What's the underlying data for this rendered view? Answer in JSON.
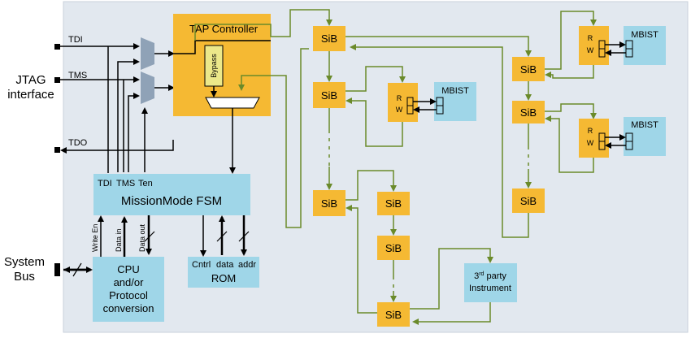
{
  "jtag_interface": {
    "line1": "JTAG",
    "line2": "interface"
  },
  "system_bus": {
    "line1": "System",
    "line2": "Bus"
  },
  "pins": {
    "tdi": "TDI",
    "tms": "TMS",
    "tdo": "TDO"
  },
  "tap_controller": {
    "title": "TAP Controller",
    "bypass": "Bypass"
  },
  "sib_label": "SiB",
  "mbist_label": "MBIST",
  "rw": {
    "r": "R",
    "w": "W"
  },
  "fsm": {
    "title": "MissionMode FSM",
    "tdi": "TDI",
    "tms": "TMS",
    "ten": "Ten"
  },
  "cpu": {
    "line1": "CPU",
    "line2": "and/or",
    "line3": "Protocol",
    "line4": "conversion"
  },
  "cpu_signals": {
    "write_en": "Write En",
    "data_in": "Data in",
    "data_out": "Data out"
  },
  "rom": {
    "title": "ROM",
    "cntrl": "Cntrl",
    "data": "data",
    "addr": "addr"
  },
  "instrument": {
    "prefix": "3",
    "sup": "rd",
    "rest": " party",
    "line2": "Instrument"
  },
  "colors": {
    "background": "#e2e8ef",
    "sib": "#f5b933",
    "mbist": "#9fd6e8",
    "wire": "#6a8a2a"
  }
}
